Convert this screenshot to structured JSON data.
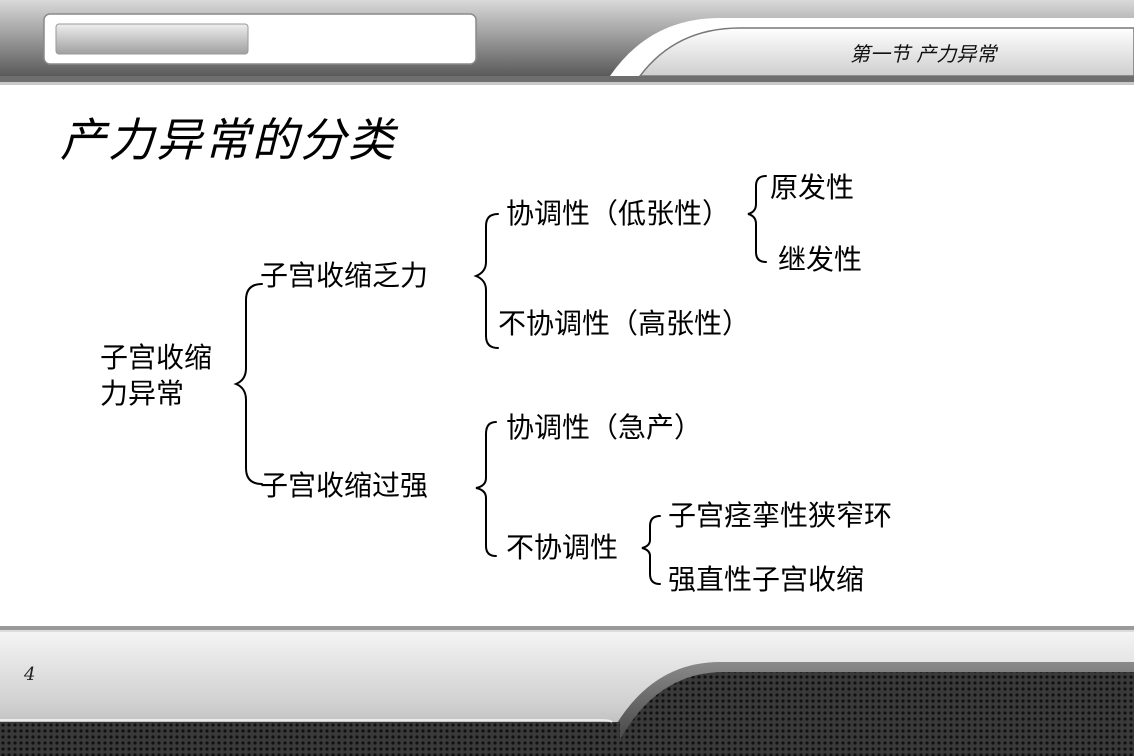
{
  "header": {
    "section_title": "第一节 产力异常"
  },
  "slide": {
    "title": "产力异常的分类"
  },
  "tree": {
    "root": [
      "子宫收缩",
      "力异常"
    ],
    "weak": {
      "label": "子宫收缩乏力",
      "coordinated": {
        "label": "协调性（低张性）",
        "children": [
          "原发性",
          "继发性"
        ]
      },
      "uncoordinated": {
        "label": "不协调性（高张性）"
      }
    },
    "strong": {
      "label": "子宫收缩过强",
      "coordinated": {
        "label": "协调性（急产）"
      },
      "uncoordinated": {
        "label": "不协调性",
        "children": [
          "子宫痉挛性狭窄环",
          "强直性子宫收缩"
        ]
      }
    }
  },
  "footer": {
    "page_number": "4"
  }
}
